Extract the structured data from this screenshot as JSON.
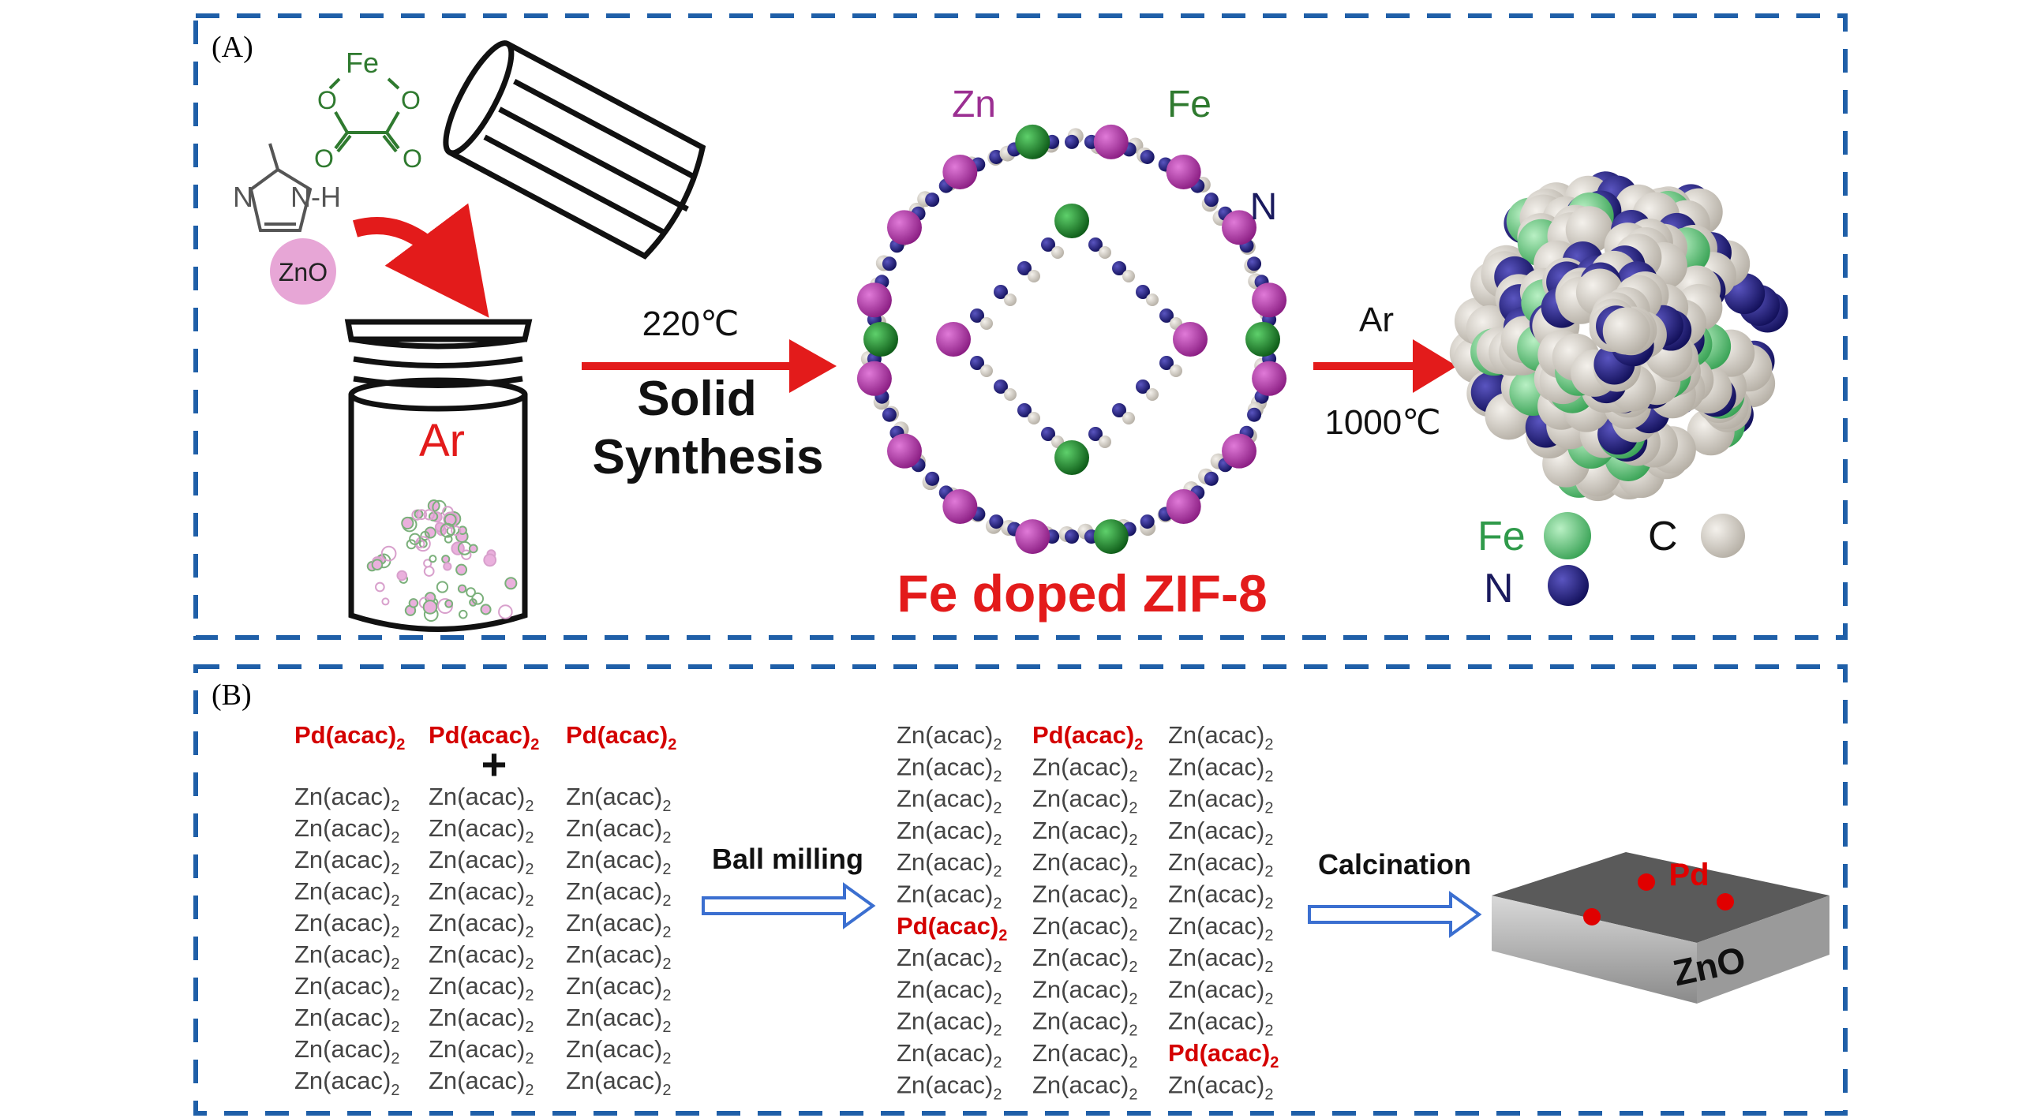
{
  "panel_a": {
    "label": "(A)",
    "precursor": {
      "fe_complex_metal": "Fe",
      "fe_complex_o": "O",
      "imidazole_n1": "N",
      "imidazole_nh": "N-H",
      "zno_label": "ZnO"
    },
    "vial_gas": "Ar",
    "step1": {
      "temperature": "220℃",
      "line1": "Solid",
      "line2": "Synthesis"
    },
    "framework": {
      "label_zn": "Zn",
      "label_fe": "Fe",
      "label_n": "N",
      "title": "Fe doped ZIF-8"
    },
    "step2": {
      "gas": "Ar",
      "temperature": "1000℃"
    },
    "legend": [
      {
        "label": "Fe",
        "color": "#5fc27a"
      },
      {
        "label": "C",
        "color": "#d9d4cc"
      },
      {
        "label": "N",
        "color": "#1e1a6b"
      }
    ]
  },
  "panel_b": {
    "label": "(B)",
    "left_top_row": [
      "Pd(acac)",
      "Pd(acac)",
      "Pd(acac)"
    ],
    "plus": "+",
    "left_grid_rows": 10,
    "zn_formula": "Zn(acac)",
    "pd_formula": "Pd(acac)",
    "subscript": "2",
    "step1_label": "Ball milling",
    "mixed_grid": [
      [
        "Zn",
        "Pd",
        "Zn"
      ],
      [
        "Zn",
        "Zn",
        "Zn"
      ],
      [
        "Zn",
        "Zn",
        "Zn"
      ],
      [
        "Zn",
        "Zn",
        "Zn"
      ],
      [
        "Zn",
        "Zn",
        "Zn"
      ],
      [
        "Zn",
        "Zn",
        "Zn"
      ],
      [
        "Pd",
        "Zn",
        "Zn"
      ],
      [
        "Zn",
        "Zn",
        "Zn"
      ],
      [
        "Zn",
        "Zn",
        "Zn"
      ],
      [
        "Zn",
        "Zn",
        "Zn"
      ],
      [
        "Zn",
        "Zn",
        "Pd"
      ],
      [
        "Zn",
        "Zn",
        "Zn"
      ]
    ],
    "step2_label": "Calcination",
    "product": {
      "particle_label": "Pd",
      "support_label": "ZnO"
    }
  },
  "colors": {
    "frame": "#1f5fa8",
    "red": "#e31b1b",
    "pd_red": "#d40000",
    "zn_gray": "#444444",
    "arrow_blue": "#3b6fd0"
  }
}
